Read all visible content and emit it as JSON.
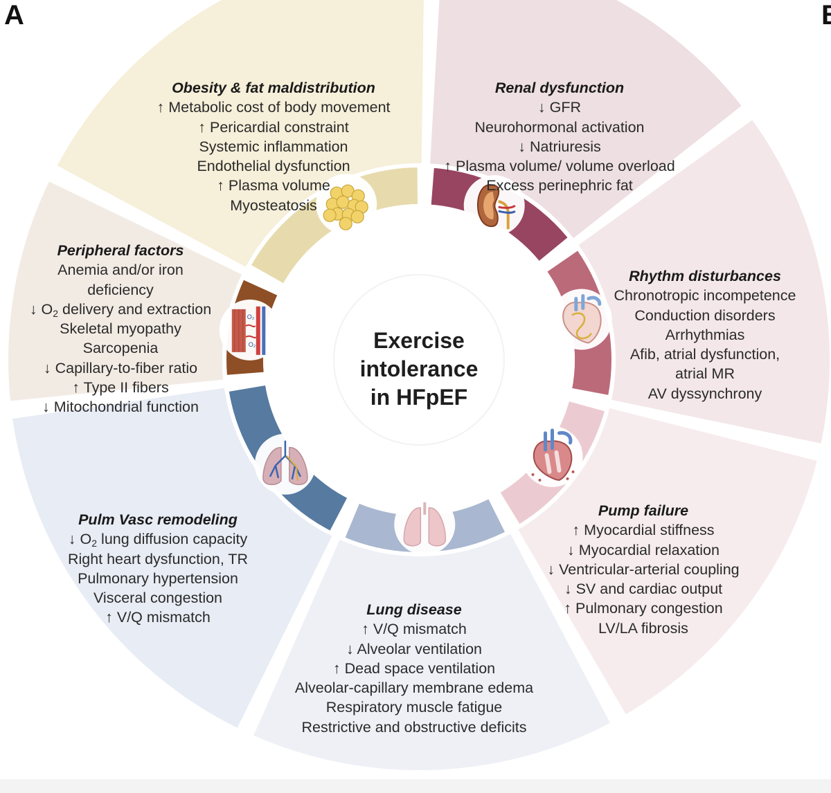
{
  "figure": {
    "panel_label": "A",
    "panel_label_next": "B",
    "center_lines": [
      "Exercise",
      "intolerance",
      "in HFpEF"
    ],
    "segments": [
      {
        "key": "obesity",
        "title": "Obesity & fat maldistribution",
        "color": "#f6efd9",
        "band_color": "#e7dbad",
        "icon": "fat-cells-icon",
        "lines": [
          {
            "pre": "↑ ",
            "text": "Metabolic cost of body movement"
          },
          {
            "pre": "↑ ",
            "text": "Pericardial constraint"
          },
          {
            "pre": "",
            "text": "Systemic inflammation"
          },
          {
            "pre": "",
            "text": "Endothelial dysfunction"
          },
          {
            "pre": "↑ ",
            "text": "Plasma volume"
          },
          {
            "pre": "",
            "text": "Myosteatosis"
          }
        ]
      },
      {
        "key": "renal",
        "title": "Renal dysfunction",
        "color": "#eddfe2",
        "band_color": "#984561",
        "icon": "kidney-icon",
        "lines": [
          {
            "pre": "↓ ",
            "text": "GFR"
          },
          {
            "pre": "",
            "text": "Neurohormonal activation"
          },
          {
            "pre": "↓ ",
            "text": "Natriuresis"
          },
          {
            "pre": "↑ ",
            "text": "Plasma volume/ volume overload"
          },
          {
            "pre": "",
            "text": "Excess perinephric fat"
          }
        ]
      },
      {
        "key": "rhythm",
        "title": "Rhythm disturbances",
        "color": "#f3e7e9",
        "band_color": "#bb6a7a",
        "icon": "heart-conduction-icon",
        "lines": [
          {
            "pre": "",
            "text": "Chronotropic incompetence"
          },
          {
            "pre": "",
            "text": "Conduction disorders"
          },
          {
            "pre": "",
            "text": "Arrhythmias"
          },
          {
            "pre": "",
            "text": "Afib, atrial dysfunction,"
          },
          {
            "pre": "",
            "text": "atrial MR"
          },
          {
            "pre": "",
            "text": "AV dyssynchrony"
          }
        ]
      },
      {
        "key": "pump",
        "title": "Pump failure",
        "color": "#f6ecee",
        "band_color": "#ebcbd1",
        "icon": "heart-pump-icon",
        "lines": [
          {
            "pre": "↑ ",
            "text": "Myocardial stiffness"
          },
          {
            "pre": "↓ ",
            "text": "Myocardial relaxation"
          },
          {
            "pre": "↓ ",
            "text": "Ventricular-arterial coupling"
          },
          {
            "pre": "↓ ",
            "text": "SV and cardiac output"
          },
          {
            "pre": "↑ ",
            "text": "Pulmonary congestion"
          },
          {
            "pre": "",
            "text": "LV/LA fibrosis"
          }
        ]
      },
      {
        "key": "lung",
        "title": "Lung disease",
        "color": "#eef0f6",
        "band_color": "#a9b8d0",
        "icon": "lungs-icon",
        "lines": [
          {
            "pre": "↑ ",
            "text": "V/Q mismatch"
          },
          {
            "pre": "↓ ",
            "text": "Alveolar ventilation"
          },
          {
            "pre": "↑ ",
            "text": "Dead space ventilation"
          },
          {
            "pre": "",
            "text": "Alveolar-capillary membrane edema"
          },
          {
            "pre": "",
            "text": "Respiratory muscle fatigue"
          },
          {
            "pre": "",
            "text": "Restrictive and obstructive deficits"
          }
        ]
      },
      {
        "key": "pulm",
        "title": "Pulm Vasc remodeling",
        "color": "#e8ecf4",
        "band_color": "#567aa0",
        "icon": "lungs-vessels-icon",
        "lines": [
          {
            "pre": "↓ ",
            "text": "O",
            "sub": "2",
            "post": " lung diffusion capacity"
          },
          {
            "pre": "",
            "text": "Right heart dysfunction, TR"
          },
          {
            "pre": "",
            "text": "Pulmonary hypertension"
          },
          {
            "pre": "",
            "text": "Visceral congestion"
          },
          {
            "pre": "↑ ",
            "text": "V/Q mismatch"
          }
        ]
      },
      {
        "key": "peripheral",
        "title": "Peripheral factors",
        "color": "#f2ebe4",
        "band_color": "#8e4f26",
        "icon": "muscle-capillary-icon",
        "lines": [
          {
            "pre": "",
            "text": "Anemia and/or iron"
          },
          {
            "pre": "",
            "text": "deficiency"
          },
          {
            "pre": "↓ ",
            "text": "O",
            "sub": "2",
            "post": " delivery and extraction"
          },
          {
            "pre": "",
            "text": "Skeletal myopathy"
          },
          {
            "pre": "",
            "text": "Sarcopenia"
          },
          {
            "pre": "↓ ",
            "text": "Capillary-to-fiber ratio"
          },
          {
            "pre": "↑ ",
            "text": "Type II fibers"
          },
          {
            "pre": "↓ ",
            "text": "Mitochondrial function"
          }
        ]
      }
    ]
  }
}
